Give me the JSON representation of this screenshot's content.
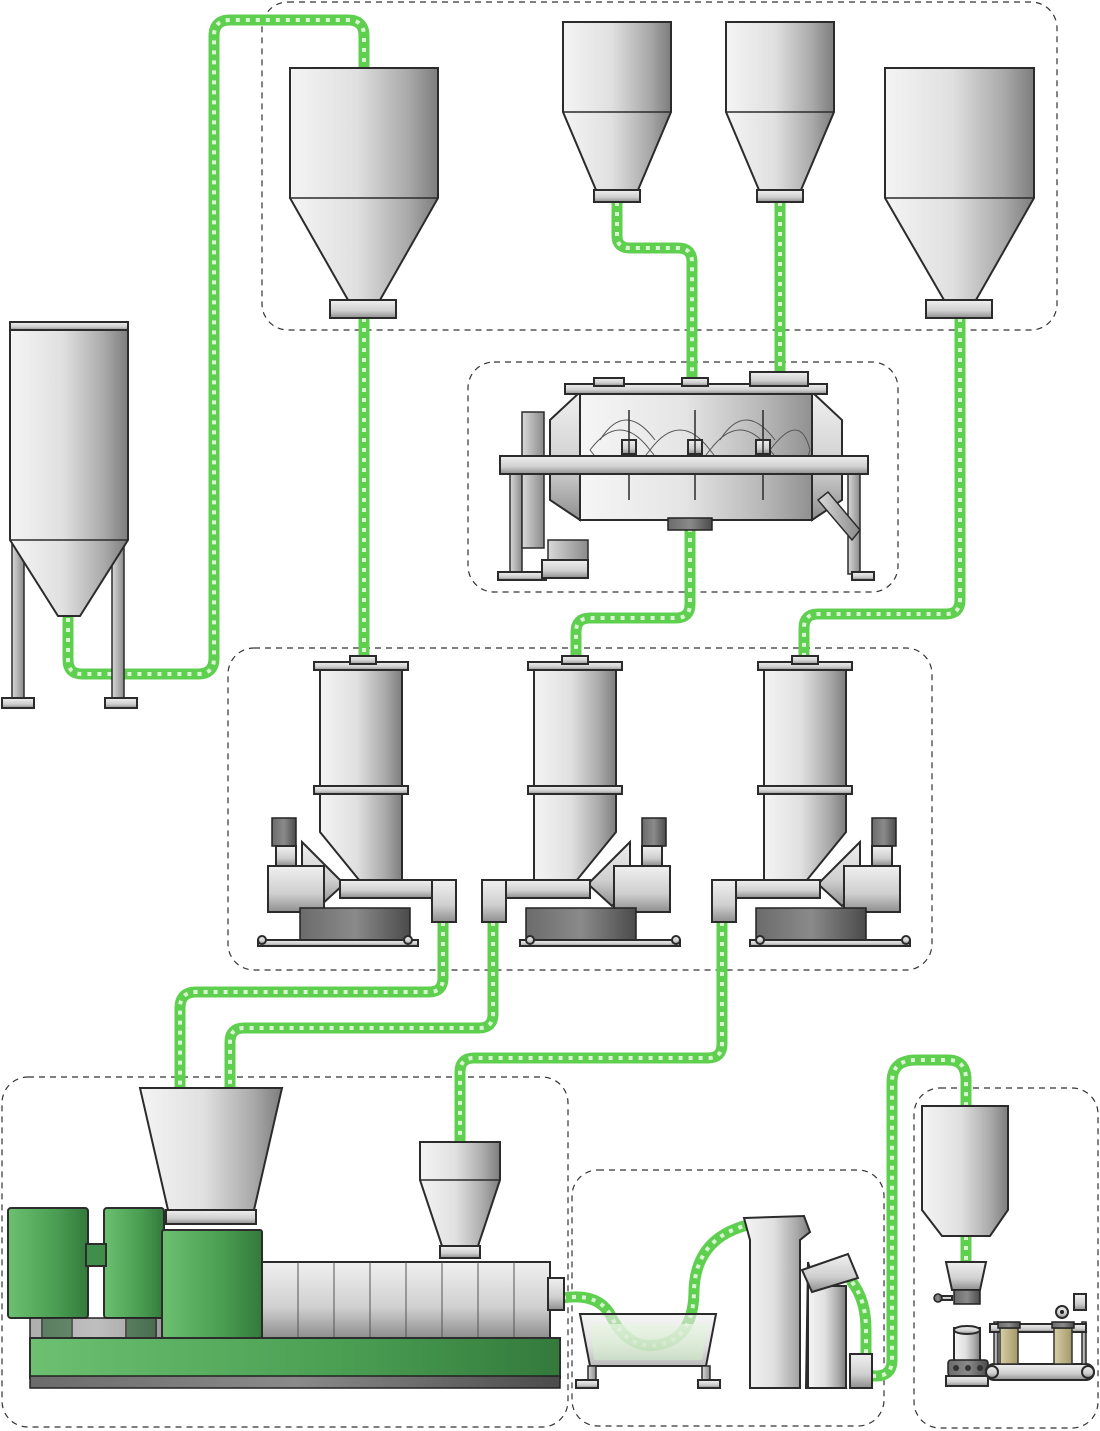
{
  "diagram": {
    "description_visible_text": "",
    "colors": {
      "conveying_line": "#5fcf4f",
      "conveying_line_chevrons": "#d9f5d2",
      "extruder_body": "#4a9e52",
      "steel": "#c8c8c8",
      "zone_border": "#333333"
    },
    "zones": [
      "storage-hoppers",
      "mixer",
      "gravimetric-feeders",
      "extrusion",
      "cooling-pelletizing",
      "packaging"
    ],
    "equipment": [
      "outdoor-silo",
      "storage-hopper-1",
      "storage-hopper-2",
      "storage-hopper-3",
      "storage-hopper-4",
      "ribbon-mixer",
      "loss-in-weight-feeder-1",
      "loss-in-weight-feeder-2",
      "loss-in-weight-feeder-3",
      "extruder-main-hopper",
      "extruder-side-hopper",
      "twin-screw-extruder",
      "water-bath",
      "strand-pelletizer",
      "classifier",
      "bagging-hopper",
      "bagging-station"
    ]
  }
}
